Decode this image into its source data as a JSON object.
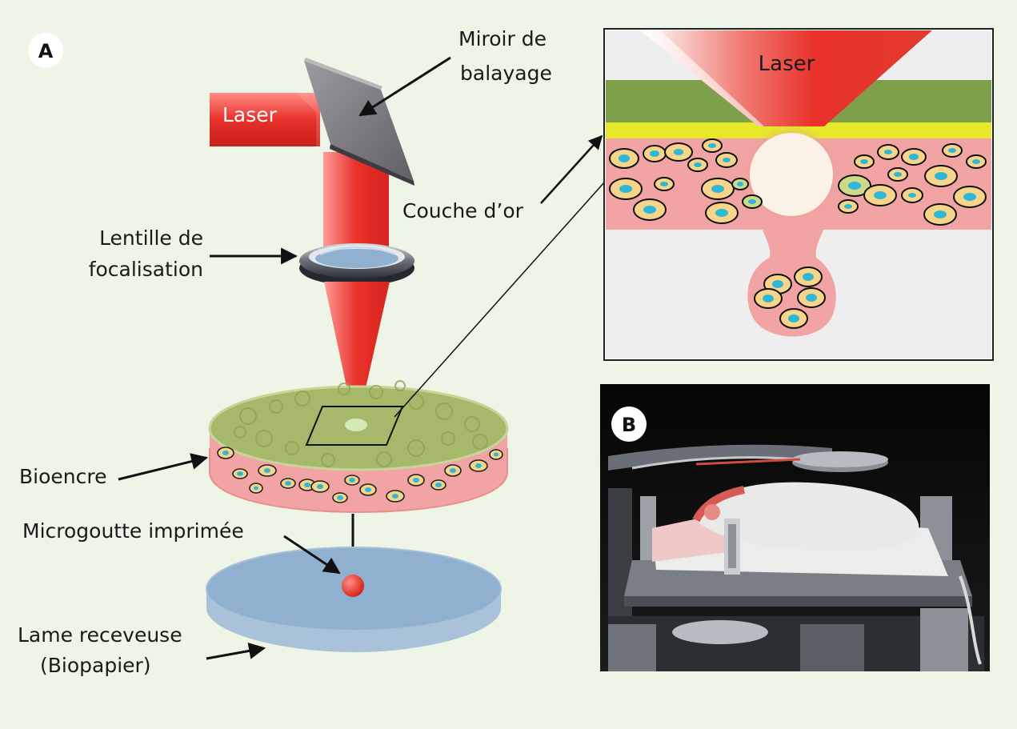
{
  "panel_a": {
    "badge": "A",
    "labels": {
      "laser": "Laser",
      "mirror_line1": "Miroir de",
      "mirror_line2": "balayage",
      "lens_line1": "Lentille de",
      "lens_line2": "focalisation",
      "gold_layer": "Couche d’or",
      "bioink": "Bioencre",
      "droplet": "Microgoutte imprimée",
      "receiver_line1": "Lame receveuse",
      "receiver_line2": "(Biopapier)"
    }
  },
  "inset": {
    "laser": "Laser"
  },
  "panel_b": {
    "badge": "B"
  },
  "colors": {
    "background": "#eef4e6",
    "laser_red": "#e8312a",
    "gold_yellow": "#e6e829",
    "support_green": "#7ea04a",
    "bioink_pink": "#f2a3a3",
    "cell_cyan": "#2fb7d6",
    "receiver_blue": "#8fb0cf"
  }
}
